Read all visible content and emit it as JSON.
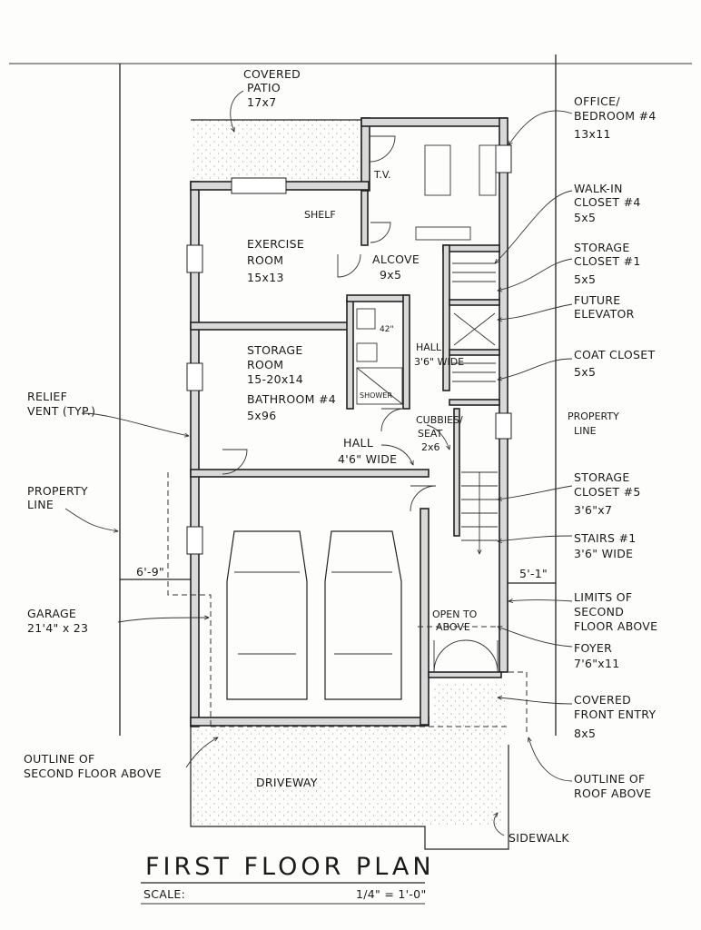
{
  "title": "FIRST FLOOR PLAN",
  "scale": {
    "label": "SCALE:",
    "value": "1/4\" = 1'-0\""
  },
  "rooms": {
    "patio": {
      "name": "COVERED",
      "name2": "PATIO",
      "dim": "17x7"
    },
    "office": {
      "name": "OFFICE/",
      "name2": "BEDROOM #4",
      "dim": "13x11"
    },
    "walkin": {
      "name": "WALK-IN",
      "name2": "CLOSET #4",
      "dim": "5x5"
    },
    "storage1": {
      "name": "STORAGE",
      "name2": "CLOSET #1",
      "dim": "5x5"
    },
    "elevator": {
      "name": "FUTURE",
      "name2": "ELEVATOR"
    },
    "coat": {
      "name": "COAT CLOSET",
      "dim": "5x5"
    },
    "exercise": {
      "name": "EXERCISE",
      "name2": "ROOM",
      "dim": "15x13"
    },
    "alcove": {
      "name": "ALCOVE",
      "dim": "9x5"
    },
    "storageroom": {
      "name": "STORAGE",
      "name2": "ROOM",
      "dim": "15-20x14"
    },
    "bath": {
      "name": "BATHROOM #4",
      "dim": "5x96"
    },
    "hall1": {
      "name": "HALL",
      "dim": "3'6\" WIDE"
    },
    "cubbies": {
      "name": "CUBBIES/",
      "name2": "SEAT",
      "dim": "2x6"
    },
    "hall2": {
      "name": "HALL",
      "dim": "4'6\" WIDE"
    },
    "storage5": {
      "name": "STORAGE",
      "name2": "CLOSET #5",
      "dim": "3'6\"x7"
    },
    "stairs": {
      "name": "STAIRS #1",
      "dim": "3'6\" WIDE"
    },
    "garage": {
      "name": "GARAGE",
      "dim": "21'4\" x 23"
    },
    "foyer": {
      "name": "FOYER",
      "dim": "7'6\"x11"
    },
    "entry": {
      "name": "COVERED",
      "name2": "FRONT ENTRY",
      "dim": "8x5"
    }
  },
  "notes": {
    "relief": "RELIEF",
    "relief2": "VENT (TYP.)",
    "propleft": "PROPERTY",
    "propleft2": "LINE",
    "propright": "PROPERTY",
    "propright2": "LINE",
    "setback_left": "6'-9\"",
    "setback_right": "5'-1\"",
    "limits": "LIMITS OF",
    "limits2": "SECOND",
    "limits3": "FLOOR ABOVE",
    "openabove": "OPEN TO",
    "openabove2": "ABOVE",
    "outline2nd": "OUTLINE OF",
    "outline2nd2": "SECOND FLOOR ABOVE",
    "outlineroof": "OUTLINE OF",
    "outlineroof2": "ROOF ABOVE",
    "driveway": "DRIVEWAY",
    "sidewalk": "SIDEWALK",
    "shelf": "SHELF",
    "tv": "T.V.",
    "shower": "SHOWER",
    "bench": "42\""
  }
}
